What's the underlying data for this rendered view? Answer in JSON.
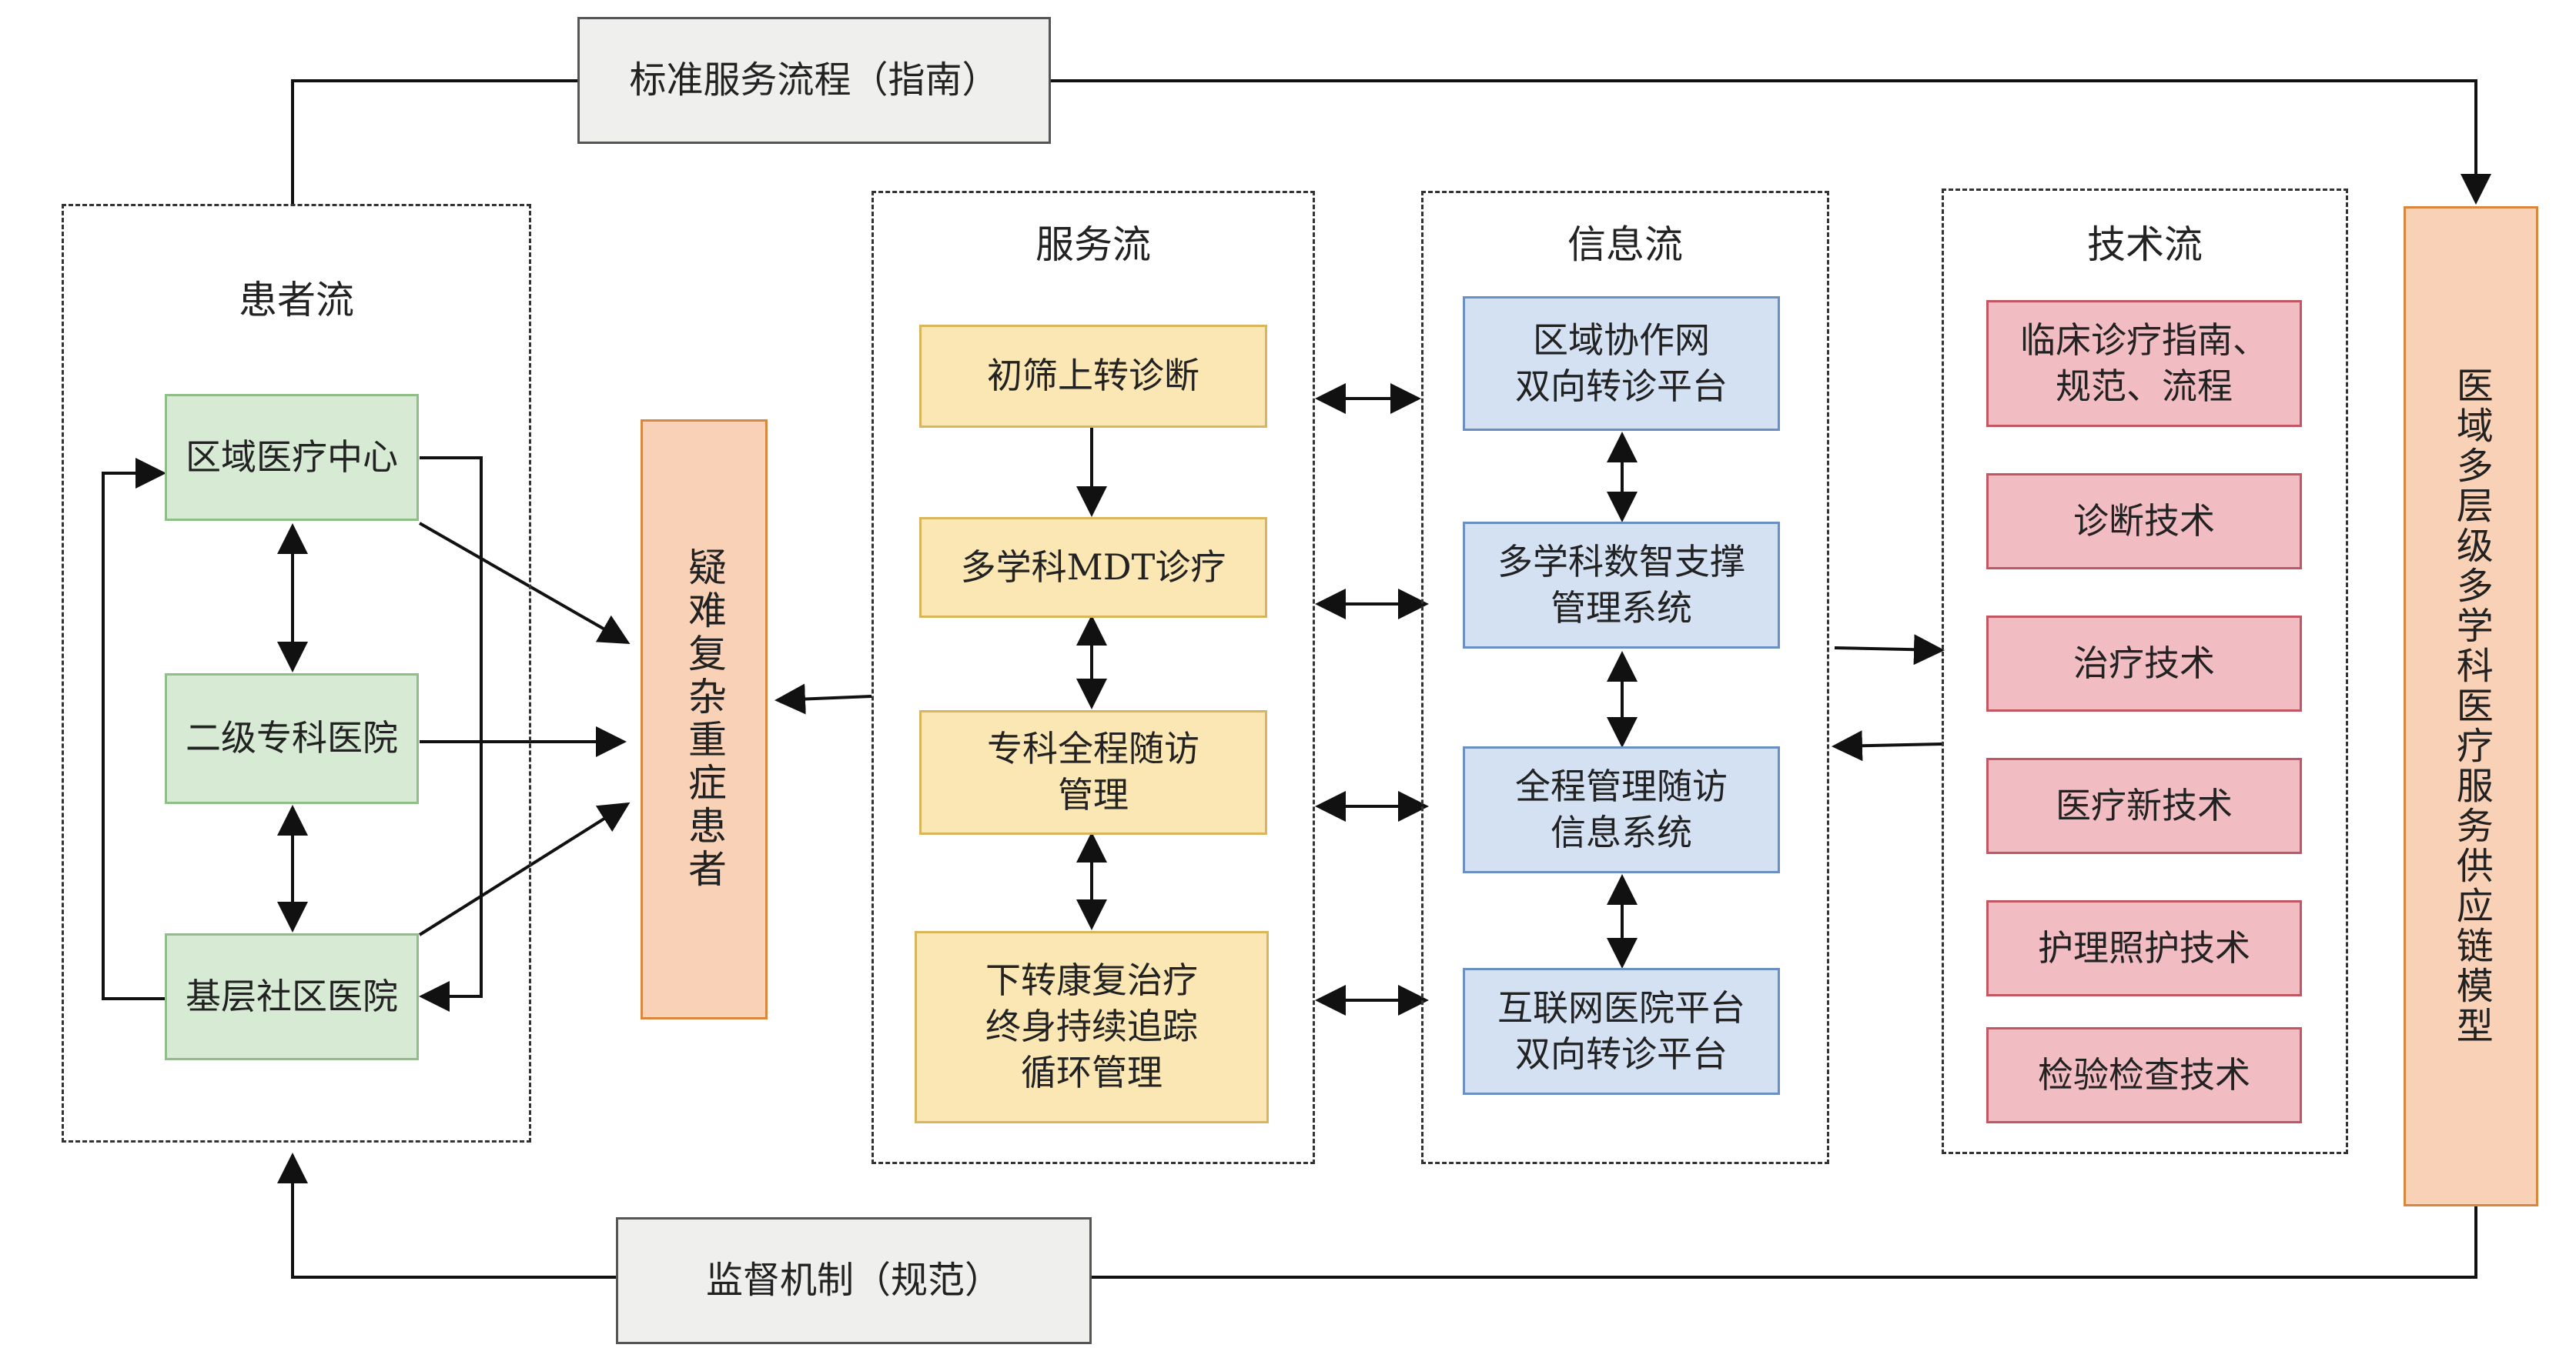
{
  "top_flow": "标准服务流程（指南）",
  "bottom_flow": "监督机制（规范）",
  "patient": {
    "title": "患者流",
    "items": [
      "区域医疗中心",
      "二级专科医院",
      "基层社区医院"
    ]
  },
  "target_patient": "疑难复杂重症患者",
  "service": {
    "title": "服务流",
    "items": [
      "初筛上转诊断",
      "多学科MDT诊疗",
      "专科全程随访\n管理",
      "下转康复治疗\n终身持续追踪\n循环管理"
    ]
  },
  "info": {
    "title": "信息流",
    "items": [
      "区域协作网\n双向转诊平台",
      "多学科数智支撑\n管理系统",
      "全程管理随访\n信息系统",
      "互联网医院平台\n双向转诊平台"
    ]
  },
  "tech": {
    "title": "技术流",
    "items": [
      "临床诊疗指南、\n规范、流程",
      "诊断技术",
      "治疗技术",
      "医疗新技术",
      "护理照护技术",
      "检验检查技术"
    ]
  },
  "model": "医域多层级多学科医疗服务供应链模型"
}
